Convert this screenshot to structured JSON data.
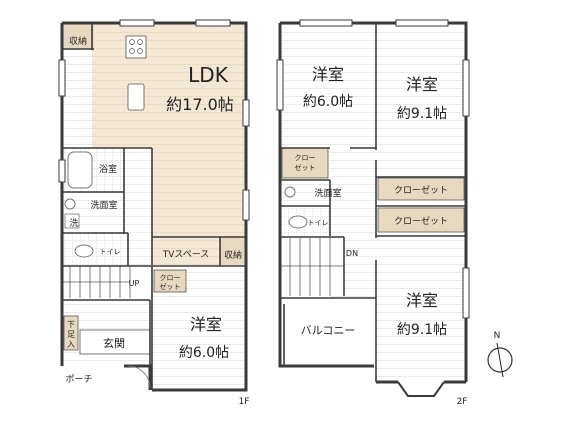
{
  "floor1": {
    "floor_label": "1F",
    "ldk": {
      "name": "LDK",
      "size": "約17.0帖"
    },
    "storage_top": "収納",
    "bath": "浴室",
    "washroom": "洗面室",
    "wash": "洗",
    "toilet": "トイレ",
    "tv_space": "TVスペース",
    "storage_small": "収納",
    "closet_small": [
      "クロー",
      "ゼット"
    ],
    "western_room": {
      "name": "洋室",
      "size": "約6.0帖"
    },
    "up": "UP",
    "shoe_box": [
      "下",
      "足",
      "入"
    ],
    "entrance": "玄関",
    "porch": "ポーチ"
  },
  "floor2": {
    "floor_label": "2F",
    "room_a": {
      "name": "洋室",
      "size": "約6.0帖"
    },
    "room_b": {
      "name": "洋室",
      "size": "約9.1帖"
    },
    "room_c": {
      "name": "洋室",
      "size": "約9.1帖"
    },
    "closet_small": [
      "クロー",
      "ゼット"
    ],
    "closet_1": "クローゼット",
    "closet_2": "クローゼット",
    "washroom": "洗面室",
    "toilet": "トイレ",
    "dn": "DN",
    "balcony": "バルコニー"
  },
  "compass": "N",
  "colors": {
    "wall": "#3a3a3a",
    "ldk_floor": "#f4e8d4",
    "closet_fill": "#e7d9bf",
    "room_fill": "#ffffff",
    "stripe": "#ececec",
    "fixture": "#9a9a9a"
  }
}
